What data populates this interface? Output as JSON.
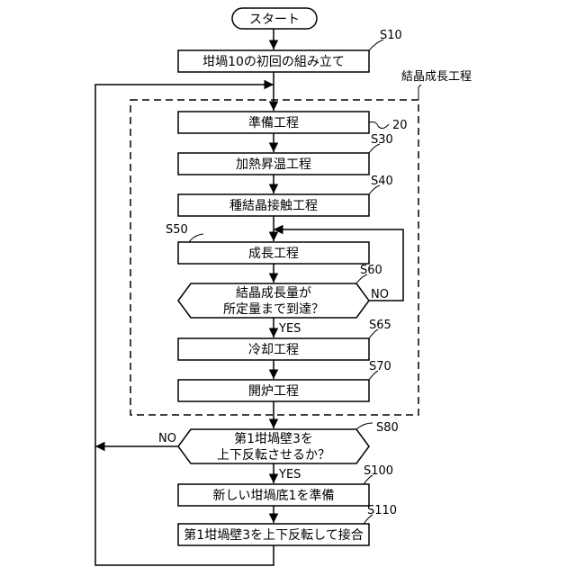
{
  "flowchart": {
    "start": "スタート",
    "group_label": "結晶成長工程",
    "group_ref": "20",
    "steps": {
      "s10": {
        "id": "S10",
        "label": "坩堝10の初回の組み立て"
      },
      "prep": {
        "label": "準備工程"
      },
      "s30": {
        "id": "S30",
        "label": "加熱昇温工程"
      },
      "s40": {
        "id": "S40",
        "label": "種結晶接触工程"
      },
      "s50": {
        "id": "S50",
        "label": "成長工程"
      },
      "s60": {
        "id": "S60",
        "line1": "結晶成長量が",
        "line2": "所定量まで到達？",
        "yes": "YES",
        "no": "NO"
      },
      "s65": {
        "id": "S65",
        "label": "冷却工程"
      },
      "s70": {
        "id": "S70",
        "label": "開炉工程"
      },
      "s80": {
        "id": "S80",
        "line1": "第1坩堝壁3を",
        "line2": "上下反転させるか？",
        "yes": "YES",
        "no": "NO"
      },
      "s100": {
        "id": "S100",
        "label": "新しい坩堝底1を準備"
      },
      "s110": {
        "id": "S110",
        "label": "第1坩堝壁3を上下反転して接合"
      }
    }
  }
}
